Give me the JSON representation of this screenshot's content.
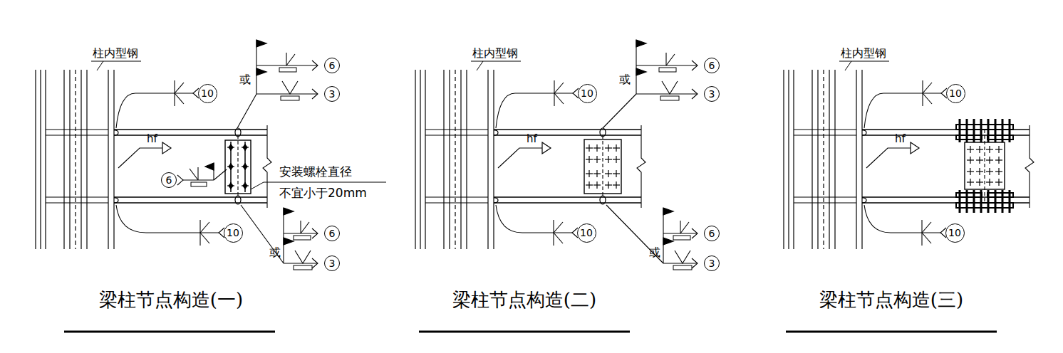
{
  "diagram": {
    "nodes": [
      {
        "text": [
          "10"
        ]
      },
      {
        "text": [
          "6"
        ]
      },
      {
        "text": [
          "3"
        ]
      },
      {
        "text": [
          "6"
        ]
      },
      {
        "text": [
          "6"
        ]
      },
      {
        "text": [
          "3"
        ]
      },
      {
        "text": [
          "10"
        ]
      },
      {
        "text": [
          "10"
        ]
      },
      {
        "text": [
          "6"
        ]
      },
      {
        "text": [
          "3"
        ]
      },
      {
        "text": [
          "6"
        ]
      },
      {
        "text": [
          "3"
        ]
      },
      {
        "text": [
          "10"
        ]
      },
      {
        "text": [
          "10"
        ]
      },
      {
        "text": [
          "10"
        ]
      }
    ],
    "labels": [
      "柱内型钢",
      "或",
      "hf",
      "安装螺栓直径 不宜小于20mm",
      "或",
      "梁柱节点构造(一)",
      "柱内型钢",
      "或",
      "hf",
      "或",
      "梁柱节点构造(二)",
      "柱内型钢",
      "hf",
      "梁柱节点构造(三)"
    ]
  }
}
